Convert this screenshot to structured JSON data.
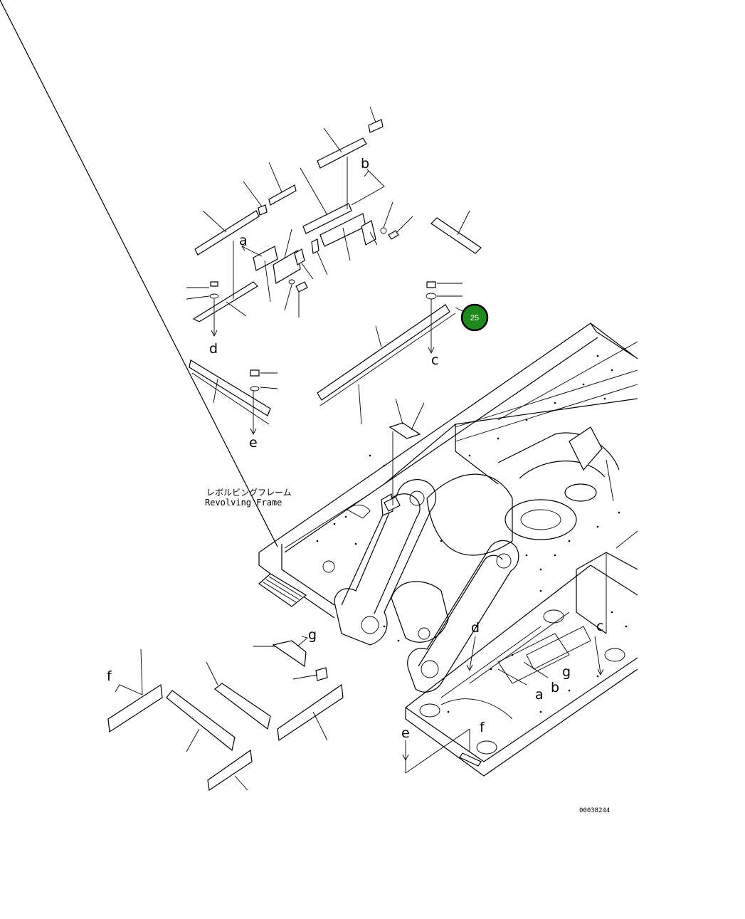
{
  "caption": {
    "japanese": "レボルビングフレーム",
    "english": "Revolving Frame"
  },
  "drawing_code": "00038244",
  "callout": {
    "number": "25",
    "color": "#1e8a1e"
  },
  "reference_letters": [
    "a",
    "b",
    "c",
    "d",
    "e",
    "f",
    "g"
  ]
}
